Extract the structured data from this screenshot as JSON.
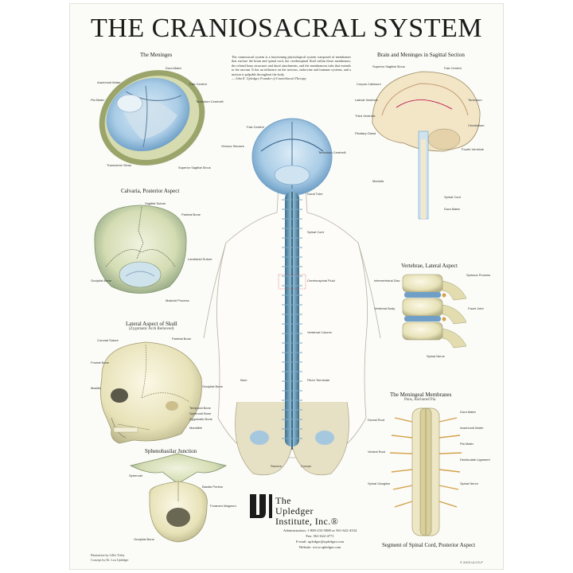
{
  "poster": {
    "title": "THE CRANIOSACRAL SYSTEM",
    "intro": "The craniosacral system is a functioning physiological system composed of membranes that enclose the brain and spinal cord, the cerebrospinal fluid within those membranes, the related bony structures and dural attachments, and the membranous tube that extends to the sacrum. It has an influence on the nervous, endocrine and immune systems, and a motion is palpable throughout the body.",
    "intro_signature": "— John E. Upledger, Founder of CranioSacral Therapy",
    "sections": {
      "meninges": "The Meninges",
      "calvaria": "Calvaria, Posterior Aspect",
      "lateral_skull": "Lateral Aspect of Skull",
      "lateral_skull_sub": "(Zygomatic Arch Removed)",
      "sphenobasilar": "Sphenobasilar Junction",
      "brain_sagittal": "Brain and Meninges in Sagittal Section",
      "vertebrae": "Vertebrae, Lateral Aspect",
      "meningeal_membranes": "The Meningeal Membranes",
      "meningeal_membranes_sub": "Pons, Anchored Pia",
      "spinal_cord_segment": "Segment of Spinal Cord, Posterior Aspect"
    },
    "labels": {
      "meninges": [
        "Dura Mater",
        "Falx Cerebri",
        "Tentorium Cerebelli",
        "Arachnoid Mater",
        "Pia Mater",
        "Superior Sagittal Sinus",
        "Transverse Sinus"
      ],
      "calvaria": [
        "Sagittal Suture",
        "Parietal Bone",
        "Lambdoid Suture",
        "Occipital Bone",
        "Mastoid Process"
      ],
      "lateral_skull": [
        "Coronal Suture",
        "Frontal Bone",
        "Parietal Bone",
        "Temporal Bone",
        "Sphenoid Bone",
        "Zygomatic Bone",
        "Occipital Bone",
        "Mandible",
        "Maxilla"
      ],
      "sphenobasilar": [
        "Sphenoid",
        "Basilar Portion",
        "Foramen Magnum",
        "Occipital Bone"
      ],
      "center": [
        "Falx Cerebri",
        "Tentorium Cerebelli",
        "Venous Sinuses",
        "Dural Tube",
        "Spinal Cord",
        "Cerebrospinal Fluid",
        "Vertebral Column",
        "Filum Terminale",
        "Sacrum",
        "Coccyx",
        "Ilium"
      ],
      "brain": [
        "Superior Sagittal Sinus",
        "Corpus Callosum",
        "Falx Cerebri",
        "Lateral Ventricle",
        "Third Ventricle",
        "Pituitary Gland",
        "Tentorium",
        "Cerebellum",
        "Fourth Ventricle",
        "Medulla",
        "Spinal Cord",
        "Dura Mater"
      ],
      "vertebrae": [
        "Intervertebral Disc",
        "Spinous Process",
        "Vertebral Body",
        "Facet Joint",
        "Spinal Nerve"
      ],
      "meningeal": [
        "Dura Mater",
        "Arachnoid Mater",
        "Pia Mater",
        "Denticulate Ligament",
        "Dorsal Root",
        "Ventral Root",
        "Spinal Ganglion",
        "Spinal Nerve"
      ]
    },
    "logo": {
      "line1": "The",
      "line2": "Upledger",
      "line3": "Institute, Inc.®"
    },
    "contact": {
      "administration": "Administration: 1-800-233-5880 or 561-622-4334",
      "fax": "Fax: 561-622-4771",
      "email": "E-mail: upledger@upledger.com",
      "website": "Website: www.upledger.com"
    },
    "credits": {
      "line1": "Illustration by Lillie Trehy",
      "line2": "Concept by Dr. Lou Upledger"
    },
    "catalog": "© 2003 UI-CS-P"
  }
}
